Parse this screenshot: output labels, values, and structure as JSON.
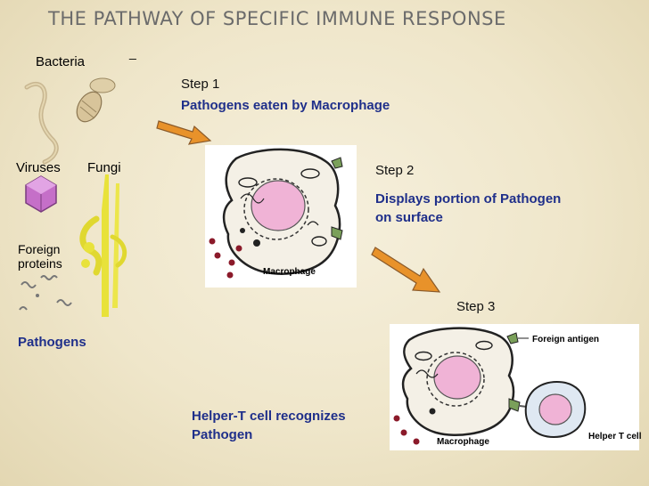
{
  "slide": {
    "title": "The Pathway of Specific Immune Response"
  },
  "pathogens": {
    "bacteria_label": "Bacteria",
    "viruses_label": "Viruses",
    "fungi_label": "Fungi",
    "foreign_proteins_label_line1": "Foreign",
    "foreign_proteins_label_line2": "proteins",
    "group_label": "Pathogens"
  },
  "steps": {
    "step1_label": "Step 1",
    "step1_desc": "Pathogens eaten by Macrophage",
    "step2_label": "Step 2",
    "step2_desc_line1": "Displays portion of Pathogen",
    "step2_desc_line2": "on surface",
    "step3_label": "Step 3",
    "step4_desc_line1": "Helper-T cell recognizes",
    "step4_desc_line2": "Pathogen"
  },
  "figures": {
    "macrophage_label_1": "Macrophage",
    "macrophage_label_2": "Macrophage",
    "foreign_antigen_label": "Foreign antigen",
    "helper_t_label": "Helper T cell"
  },
  "colors": {
    "title": "#6b6b6b",
    "description_text": "#1f2f8a",
    "arrow_fill": "#e8922a",
    "arrow_stroke": "#8a5a2a",
    "pathogen_yellow": "#e8e23a",
    "virus_purple": "#c56fc8",
    "nucleus_pink": "#f0b3d6",
    "dot_red": "#8b1a2a"
  }
}
